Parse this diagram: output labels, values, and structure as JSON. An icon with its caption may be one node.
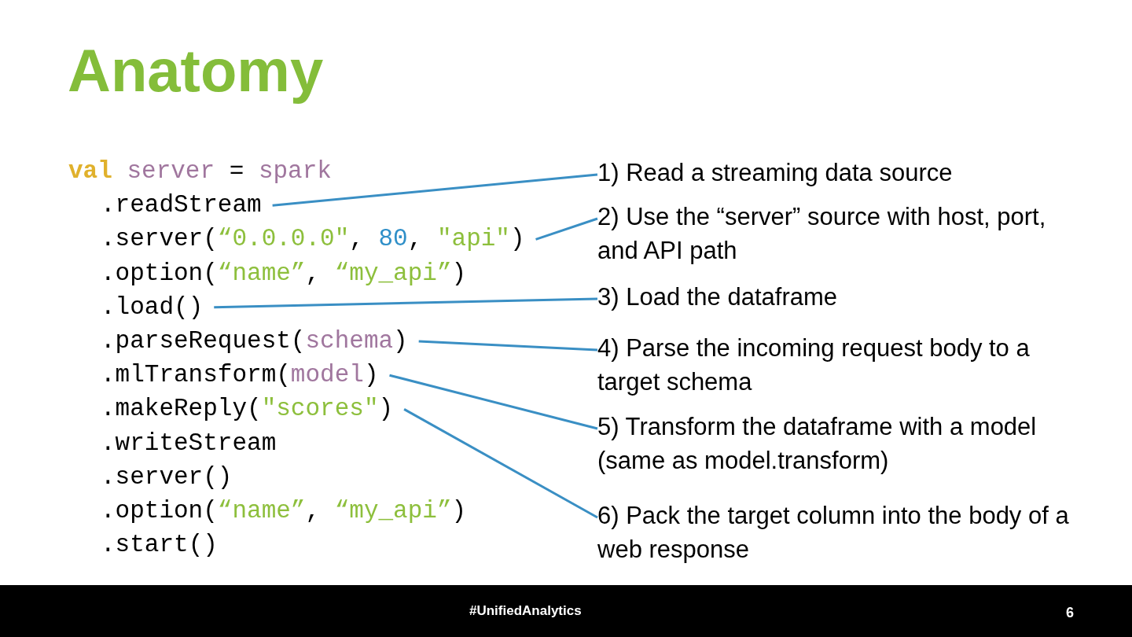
{
  "diagram": {
    "title": "Anatomy",
    "nodes": [
      {
        "text": [
          "val server = spark"
        ]
      },
      {
        "text": [
          ".readStream"
        ]
      },
      {
        "text": [
          ".server(“0.0.0.0\", 80, \"api\")"
        ]
      },
      {
        "text": [
          ".option(“name”, “my_api”)"
        ]
      },
      {
        "text": [
          ".load()"
        ]
      },
      {
        "text": [
          ".parseRequest(schema)"
        ]
      },
      {
        "text": [
          ".mlTransform(model)"
        ]
      },
      {
        "text": [
          ".makeReply(\"scores\")"
        ]
      },
      {
        "text": [
          ".writeStream"
        ]
      },
      {
        "text": [
          ".server()"
        ]
      },
      {
        "text": [
          ".option(“name”, “my_api”)"
        ]
      },
      {
        "text": [
          ".start()"
        ]
      },
      {
        "text": [
          "1) Read a streaming data source"
        ]
      },
      {
        "text": [
          "2) Use the “server” source with host, port, and API path"
        ]
      },
      {
        "text": [
          "3) Load the dataframe"
        ]
      },
      {
        "text": [
          "4) Parse the incoming request body to a target schema"
        ]
      },
      {
        "text": [
          "5) Transform the dataframe with a model (same as model.transform)"
        ]
      },
      {
        "text": [
          "6) Pack the target column into the body of a web response"
        ]
      }
    ],
    "edges": [
      {
        "from": 1,
        "to": 12,
        "arrow": "none"
      },
      {
        "from": 2,
        "to": 13,
        "arrow": "none"
      },
      {
        "from": 4,
        "to": 14,
        "arrow": "none"
      },
      {
        "from": 5,
        "to": 15,
        "arrow": "none"
      },
      {
        "from": 6,
        "to": 16,
        "arrow": "none"
      },
      {
        "from": 7,
        "to": 17,
        "arrow": "none"
      }
    ],
    "labels": [
      "#UnifiedAnalytics",
      "6"
    ]
  }
}
